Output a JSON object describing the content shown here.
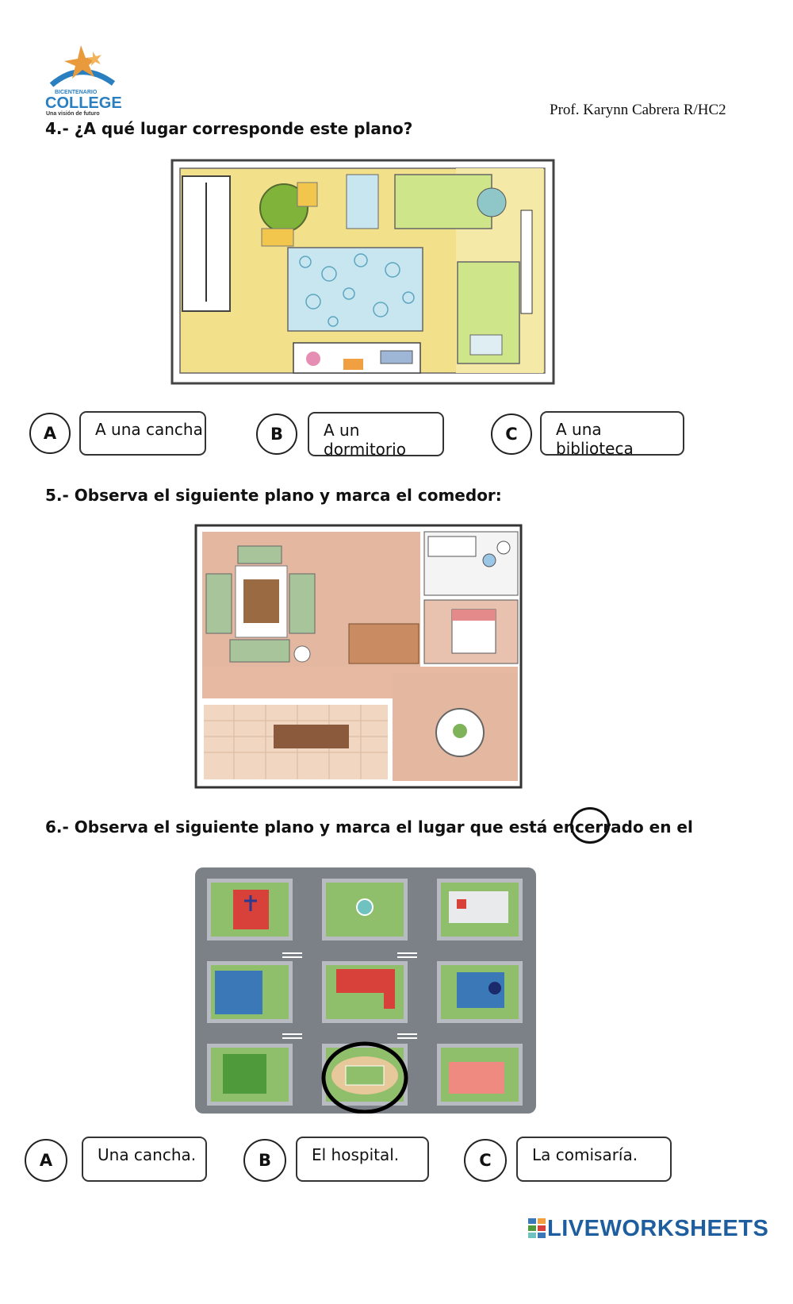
{
  "header": {
    "logo_top": "BICENTENARIO",
    "logo_main": "COLLEGE",
    "logo_tagline": "Una visión de futuro",
    "teacher": "Prof. Karynn Cabrera  R/HC2"
  },
  "q4": {
    "title": "4.-  ¿A qué lugar corresponde este plano?",
    "options": [
      {
        "letter": "A",
        "text": "A una cancha"
      },
      {
        "letter": "B",
        "text": "A un dormitorio"
      },
      {
        "letter": "C",
        "text": "A una biblioteca"
      }
    ]
  },
  "q5": {
    "title": "5.- Observa el siguiente plano y marca el comedor:"
  },
  "q6": {
    "title": "6.-  Observa el siguiente plano y marca el lugar que está encerrado en el",
    "options": [
      {
        "letter": "A",
        "text": "Una cancha."
      },
      {
        "letter": "B",
        "text": "El hospital."
      },
      {
        "letter": "C",
        "text": "La comisaría."
      }
    ]
  },
  "footer": {
    "brand": "LIVEWORKSHEETS"
  },
  "colors": {
    "logo_blue": "#2a7fc1",
    "room_yellow": "#f3e08a",
    "floor_pink": "#e4b7a0",
    "city_gray": "#7c8087",
    "grass": "#7fb35a"
  }
}
